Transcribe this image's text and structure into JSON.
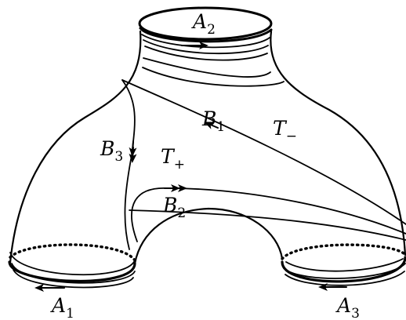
{
  "labels": {
    "A1": {
      "main": "A",
      "sub": "1"
    },
    "A2": {
      "main": "A",
      "sub": "2"
    },
    "A3": {
      "main": "A",
      "sub": "3"
    },
    "B1": {
      "main": "B",
      "sub": "1"
    },
    "B2": {
      "main": "B",
      "sub": "2"
    },
    "B3": {
      "main": "B",
      "sub": "3"
    },
    "T_minus": {
      "main": "T",
      "sub": "−"
    },
    "T_plus": {
      "main": "T",
      "sub": "+"
    }
  },
  "colors": {
    "stroke": "#000000",
    "background": "#ffffff"
  }
}
